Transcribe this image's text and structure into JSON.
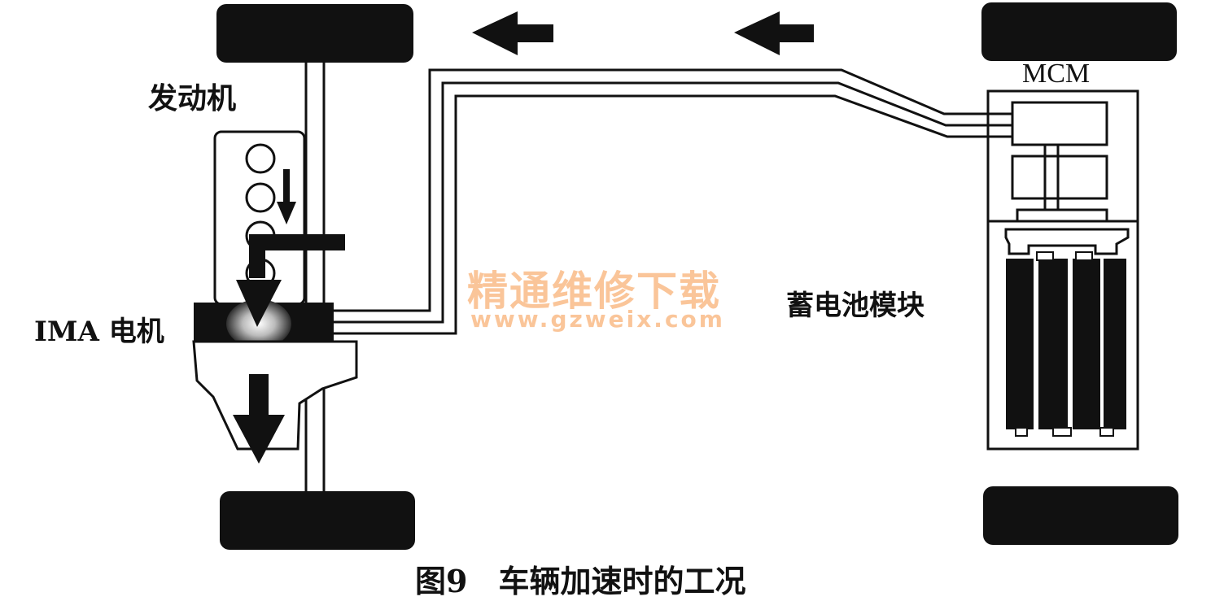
{
  "labels": {
    "engine": "发动机",
    "ima_motor": "IMA 电机",
    "mcm": "MCM",
    "battery_module": "蓄电池模块"
  },
  "caption": "图9　车辆加速时的工况",
  "watermark": {
    "line1": "精通维修下载",
    "line2": "www.gzweix.com"
  },
  "colors": {
    "ink": "#111111",
    "watermark": "#f6964680"
  }
}
